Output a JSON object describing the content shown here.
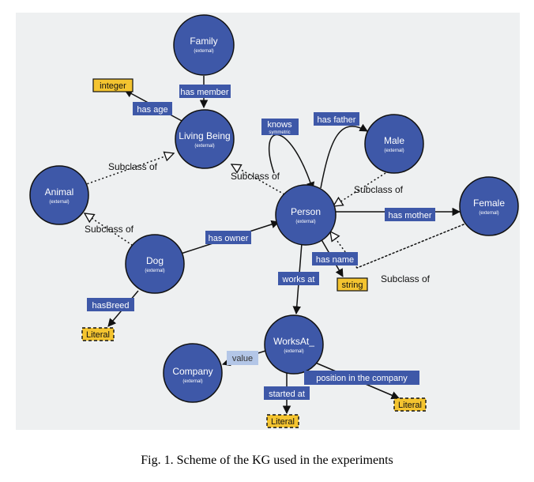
{
  "colors": {
    "background": "#eef0f1",
    "node_fill": "#3e58a8",
    "node_stroke": "#111111",
    "node_text": "#ffffff",
    "label_box": "#3e58a8",
    "label_text": "#ffffff",
    "literal_box": "#f4c430",
    "edge": "#111111",
    "value_box": "#b3c6e7",
    "value_text": "#333333"
  },
  "nodes": [
    {
      "id": "family",
      "label": "Family",
      "sublabel": "(external)"
    },
    {
      "id": "living_being",
      "label": "Living Being",
      "sublabel": "(external)"
    },
    {
      "id": "animal",
      "label": "Animal",
      "sublabel": "(external)"
    },
    {
      "id": "person",
      "label": "Person",
      "sublabel": "(external)"
    },
    {
      "id": "male",
      "label": "Male",
      "sublabel": "(external)"
    },
    {
      "id": "female",
      "label": "Female",
      "sublabel": "(external)"
    },
    {
      "id": "dog",
      "label": "Dog",
      "sublabel": "(external)"
    },
    {
      "id": "worksat",
      "label": "WorksAt_",
      "sublabel": "(external)"
    },
    {
      "id": "company",
      "label": "Company",
      "sublabel": "(external)"
    }
  ],
  "literals": [
    {
      "id": "integer",
      "label": "integer",
      "dashed": false
    },
    {
      "id": "string",
      "label": "string",
      "dashed": false
    },
    {
      "id": "literal_dog",
      "label": "Literal",
      "dashed": true
    },
    {
      "id": "literal_started",
      "label": "Literal",
      "dashed": true
    },
    {
      "id": "literal_position",
      "label": "Literal",
      "dashed": true
    }
  ],
  "edge_labels": [
    {
      "id": "has_member",
      "label": "has member"
    },
    {
      "id": "has_age",
      "label": "has age"
    },
    {
      "id": "knows",
      "label": "knows",
      "sublabel": "symmetric"
    },
    {
      "id": "has_father",
      "label": "has father"
    },
    {
      "id": "has_mother",
      "label": "has mother"
    },
    {
      "id": "has_owner",
      "label": "has owner"
    },
    {
      "id": "has_name",
      "label": "has name"
    },
    {
      "id": "works_at",
      "label": "works at"
    },
    {
      "id": "hasbreed",
      "label": "hasBreed"
    },
    {
      "id": "value",
      "label": "value"
    },
    {
      "id": "started_at",
      "label": "started at"
    },
    {
      "id": "position_in_company",
      "label": "position in the company"
    }
  ],
  "subclass_labels": [
    {
      "id": "sub_animal",
      "label": "Subclass of"
    },
    {
      "id": "sub_person",
      "label": "Subclass of"
    },
    {
      "id": "sub_dog",
      "label": "Subclass of"
    },
    {
      "id": "sub_male",
      "label": "Subclass of"
    },
    {
      "id": "sub_female",
      "label": "Subclass of"
    }
  ],
  "caption": "Fig. 1.  Scheme of the KG used in the experiments"
}
